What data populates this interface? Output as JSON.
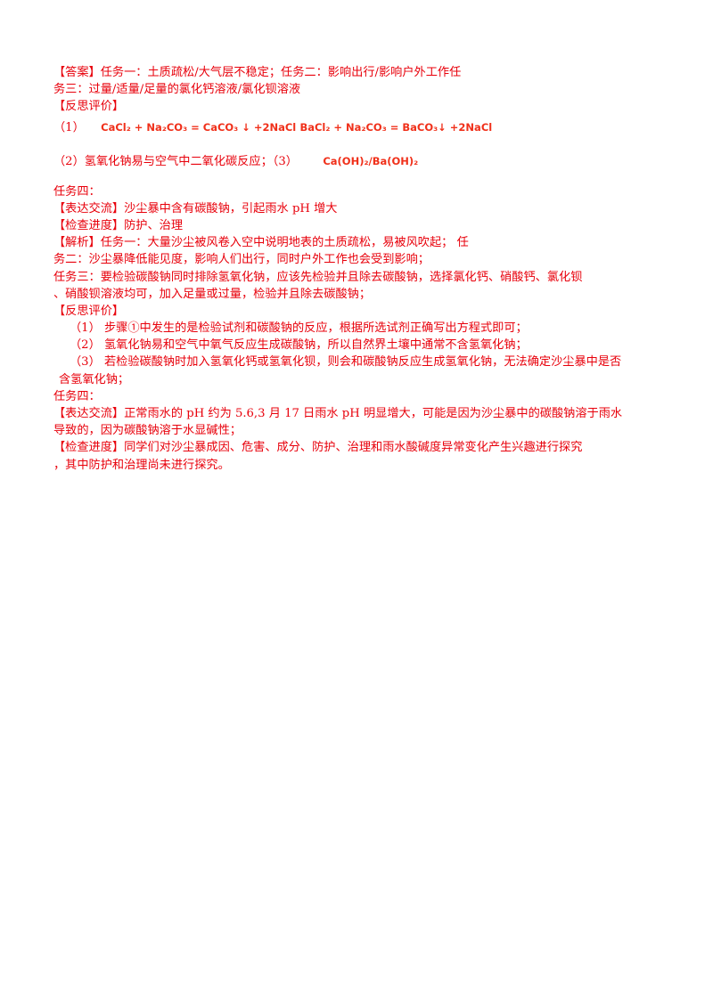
{
  "answer": {
    "line1": "【答案】任务一：土质疏松/大气层不稳定；任务二：影响出行/影响户外工作任",
    "line2": "务三：过量/适量/足量的氯化钙溶液/氯化钡溶液",
    "reflect_head": "【反思评价】",
    "eq_label": "（1）",
    "eq1": "CaCl₂ + Na₂CO₃ = CaCO₃ ↓ +2NaCl",
    "eq2": "BaCl₂ + Na₂CO₃ = BaCO₃↓ +2NaCl",
    "item2": "（2）氢氧化钠易与空气中二氧化碳反应；（3）",
    "item3_formula": "Ca(OH)₂/Ba(OH)₂",
    "task4": "任务四：",
    "express": "【表达交流】沙尘暴中含有碳酸钠，引起雨水  pH 增大",
    "progress": "【检查进度】防护、治理"
  },
  "analysis": {
    "l1": "【解析】任务一：大量沙尘被风卷入空中说明地表的土质疏松，易被风吹起；  任",
    "l2": "务二：沙尘暴降低能见度，影响人们出行，同时户外工作也会受到影响；",
    "l3": "任务三：要检验碳酸钠同时排除氢氧化钠，应该先检验并且除去碳酸钠，选择氯化钙、硝酸钙、氯化钡",
    "l4": "、硝酸钡溶液均可，加入足量或过量，检验并且除去碳酸钠；",
    "reflect_head": "【反思评价】",
    "r1": "（1） 步骤①中发生的是检验试剂和碳酸钠的反应，根据所选试剂正确写出方程式即可；",
    "r2": "（2） 氢氧化钠易和空气中氧气反应生成碳酸钠，所以自然界土壤中通常不含氢氧化钠；",
    "r3a": "（3） 若检验碳酸钠时加入氢氧化钙或氢氧化钡，则会和碳酸钠反应生成氢氧化钠，无法确定沙尘暴中是否",
    "r3b": "含氢氧化钠；",
    "task4": "任务四：",
    "e1": "【表达交流】正常雨水的  pH 约为  5.6,3 月  17 日雨水 pH 明显增大，可能是因为沙尘暴中的碳酸钠溶于雨水",
    "e2": "导致的，因为碳酸钠溶于水显碱性；",
    "p1": "【检查进度】同学们对沙尘暴成因、危害、成分、防护、治理和雨水酸碱度异常变化产生兴趣进行探究",
    "p2": "，其中防护和治理尚未进行探究。"
  }
}
